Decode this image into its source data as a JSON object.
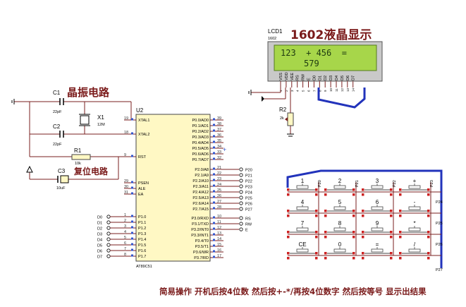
{
  "lcd": {
    "refdes": "LCD1",
    "model": "1602",
    "caption": "1602液晶显示",
    "line1": "123  + 456  =",
    "line2": "579",
    "pins": [
      "VSS",
      "VDD",
      "VEE",
      "RS",
      "RW",
      "E",
      "D0",
      "D1",
      "D2",
      "D3",
      "D4",
      "D5",
      "D6",
      "D7"
    ],
    "pin_numbers": [
      "1",
      "2",
      "3",
      "4",
      "5",
      "6",
      "7",
      "8",
      "9",
      "10",
      "11",
      "12",
      "13",
      "14"
    ]
  },
  "pot": {
    "refdes": "R2",
    "value": "2k"
  },
  "crystal": {
    "caption": "晶振电路",
    "c1": {
      "refdes": "C1",
      "value": "22pF"
    },
    "c2": {
      "refdes": "C2",
      "value": "22pF"
    },
    "x1": {
      "refdes": "X1",
      "value": "12M"
    }
  },
  "reset": {
    "caption": "复位电路",
    "r1": {
      "refdes": "R1",
      "value": "10k"
    },
    "c3": {
      "refdes": "C3",
      "value": "10uF"
    }
  },
  "mcu": {
    "refdes": "U2",
    "part": "AT89C51",
    "left_pins": [
      {
        "num": "19",
        "name": "XTAL1"
      },
      {
        "num": "18",
        "name": "XTAL2"
      },
      {
        "num": "9",
        "name": "RST"
      },
      {
        "num": "29",
        "name": "PSEN"
      },
      {
        "num": "30",
        "name": "ALE"
      },
      {
        "num": "31",
        "name": "EA"
      },
      {
        "num": "1",
        "name": "P1.0"
      },
      {
        "num": "2",
        "name": "P1.1"
      },
      {
        "num": "3",
        "name": "P1.2"
      },
      {
        "num": "4",
        "name": "P1.3"
      },
      {
        "num": "5",
        "name": "P1.4"
      },
      {
        "num": "6",
        "name": "P1.5"
      },
      {
        "num": "7",
        "name": "P1.6"
      },
      {
        "num": "8",
        "name": "P1.7"
      }
    ],
    "right_p0": [
      {
        "num": "39",
        "name": "P0.0/AD0"
      },
      {
        "num": "38",
        "name": "P0.1/AD1"
      },
      {
        "num": "37",
        "name": "P0.2/AD2"
      },
      {
        "num": "36",
        "name": "P0.3/AD3"
      },
      {
        "num": "35",
        "name": "P0.4/AD4"
      },
      {
        "num": "34",
        "name": "P0.5/AD5"
      },
      {
        "num": "33",
        "name": "P0.6/AD6"
      },
      {
        "num": "32",
        "name": "P0.7/AD7"
      }
    ],
    "right_p2": [
      {
        "num": "21",
        "name": "P2.0/A8",
        "net": "P20"
      },
      {
        "num": "22",
        "name": "P2.1/A9",
        "net": "P21"
      },
      {
        "num": "23",
        "name": "P2.2/A10",
        "net": "P22"
      },
      {
        "num": "24",
        "name": "P2.3/A11",
        "net": "P23"
      },
      {
        "num": "25",
        "name": "P2.4/A12",
        "net": "P24"
      },
      {
        "num": "26",
        "name": "P2.5/A13",
        "net": "P25"
      },
      {
        "num": "27",
        "name": "P2.6/A14",
        "net": "P26"
      },
      {
        "num": "28",
        "name": "P2.7/A15",
        "net": "P27"
      }
    ],
    "right_p3": [
      {
        "num": "10",
        "name": "P3.0/RXD",
        "net": "RS"
      },
      {
        "num": "11",
        "name": "P3.1/TXD",
        "net": "RW"
      },
      {
        "num": "12",
        "name": "P3.2/INT0",
        "net": "E"
      },
      {
        "num": "13",
        "name": "P3.3/INT1",
        "net": ""
      },
      {
        "num": "14",
        "name": "P3.4/T0",
        "net": ""
      },
      {
        "num": "15",
        "name": "P3.5/T1",
        "net": ""
      },
      {
        "num": "16",
        "name": "P3.6/WR",
        "net": ""
      },
      {
        "num": "17",
        "name": "P3.7/RD",
        "net": ""
      }
    ],
    "p1_nets": [
      "D0",
      "D1",
      "D2",
      "D3",
      "D4",
      "D5",
      "D6",
      "D7"
    ]
  },
  "keypad": {
    "keys": [
      [
        "1",
        "2",
        "3",
        "+"
      ],
      [
        "4",
        "5",
        "6",
        "-"
      ],
      [
        "7",
        "8",
        "9",
        "*"
      ],
      [
        "CE",
        "0",
        "=",
        "/"
      ]
    ],
    "col_nets": [
      "P20",
      "P21",
      "P22",
      "P23"
    ],
    "row_nets": [
      "P24",
      "P25",
      "P26",
      "P27"
    ]
  },
  "footer": "简易操作   开机后按4位数 然后按+-*/再按4位数字 然后按等号 显示出结果",
  "colors": {
    "bus": "#2233bb",
    "wire": "#7a1f1f",
    "chip_fill": "#fff8c4",
    "lcd_screen": "#a7d64a",
    "caption_red": "#7a1a1a"
  }
}
